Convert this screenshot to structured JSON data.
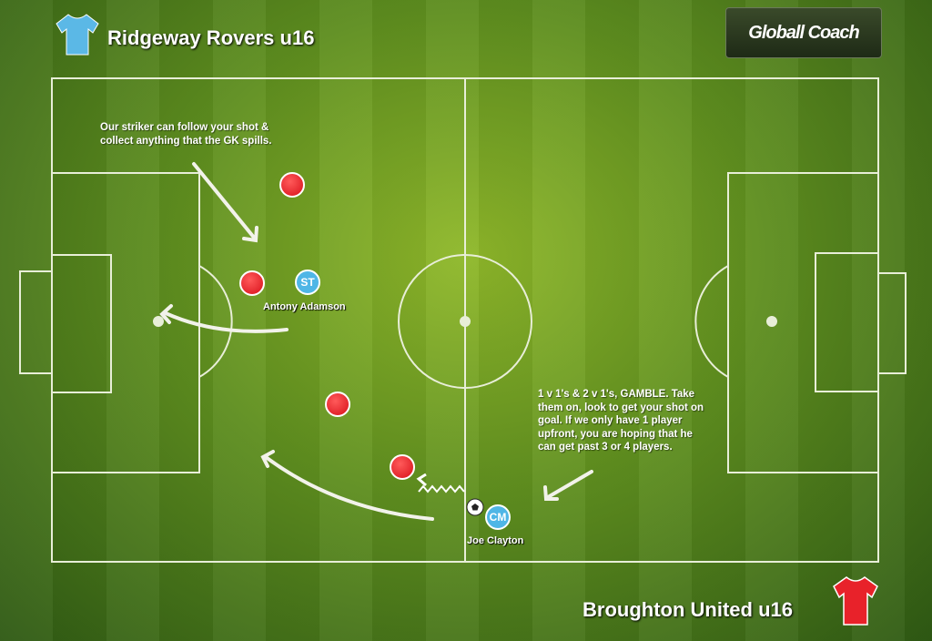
{
  "home_team": {
    "name": "Ridgeway Rovers u16",
    "kit_color": "#5bb8e6"
  },
  "away_team": {
    "name": "Broughton United u16",
    "kit_color": "#e8222a"
  },
  "logo": "Globall Coach",
  "notes": {
    "striker": "Our striker can follow your shot & collect anything that the GK spills.",
    "gamble": "1 v 1's & 2 v 1's, GAMBLE. Take them on, look to get your shot on goal. If we only have 1 player upfront, you are hoping that he can get past 3 or 4 players."
  },
  "players": [
    {
      "pos": "ST",
      "name": "Antony Adamson"
    },
    {
      "pos": "CM",
      "name": "Joe Clayton"
    }
  ]
}
